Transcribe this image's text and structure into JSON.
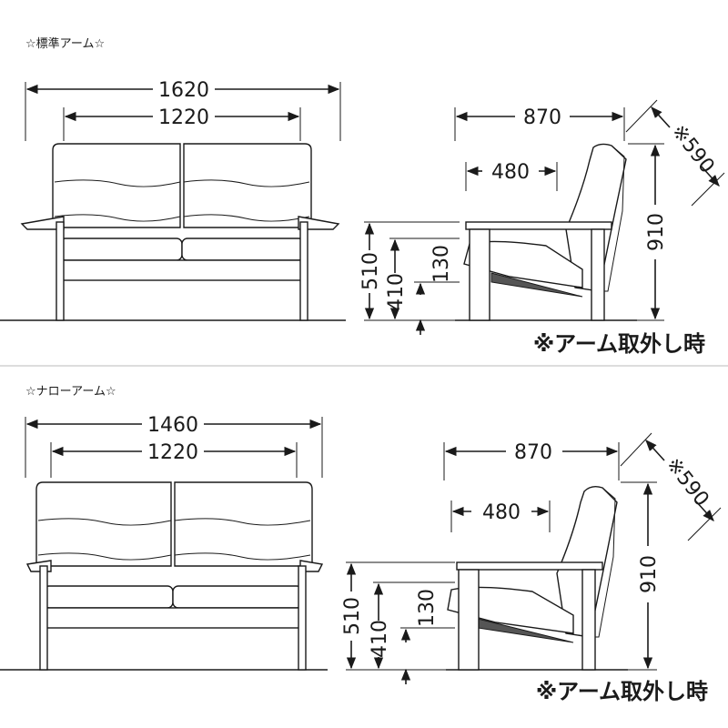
{
  "standard_arm": {
    "label": "☆標準アーム☆",
    "width_total": "1620",
    "width_seat": "1220",
    "depth_total": "870",
    "seat_depth": "480",
    "depth_arm_removed": "※590",
    "height_total": "910",
    "arm_height": "510",
    "seat_height": "410",
    "floor_clearance": "130",
    "note": "※アーム取外し時"
  },
  "narrow_arm": {
    "label": "☆ナローアーム☆",
    "width_total": "1460",
    "width_seat": "1220",
    "depth_total": "870",
    "seat_depth": "480",
    "depth_arm_removed": "※590",
    "height_total": "910",
    "arm_height": "510",
    "seat_height": "410",
    "floor_clearance": "130",
    "note": "※アーム取外し時"
  }
}
